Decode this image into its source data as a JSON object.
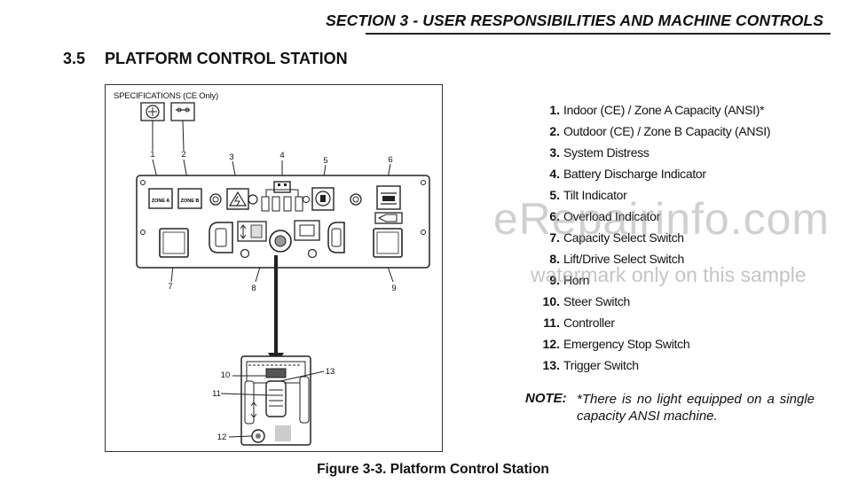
{
  "header": {
    "title": "SECTION 3 - USER RESPONSIBILITIES AND MACHINE CONTROLS"
  },
  "section": {
    "number": "3.5",
    "title": "PLATFORM CONTROL STATION"
  },
  "figure": {
    "spec_label": "SPECIFICATIONS (CE Only)",
    "panel_labels": {
      "zone_a": "ZONE A",
      "zone_b": "ZONE B"
    },
    "callout_numbers": [
      "1",
      "2",
      "3",
      "4",
      "5",
      "6",
      "7",
      "8",
      "9",
      "10",
      "11",
      "12",
      "13"
    ],
    "caption": "Figure 3-3. Platform Control Station"
  },
  "legend": [
    {
      "num": "1.",
      "text": "Indoor (CE) / Zone A Capacity (ANSI)*"
    },
    {
      "num": "2.",
      "text": "Outdoor (CE) / Zone B Capacity (ANSI)"
    },
    {
      "num": "3.",
      "text": "System Distress"
    },
    {
      "num": "4.",
      "text": "Battery Discharge Indicator"
    },
    {
      "num": "5.",
      "text": "Tilt Indicator"
    },
    {
      "num": "6.",
      "text": "Overload Indicator"
    },
    {
      "num": "7.",
      "text": "Capacity Select Switch"
    },
    {
      "num": "8.",
      "text": "Lift/Drive Select Switch"
    },
    {
      "num": "9.",
      "text": "Horn"
    },
    {
      "num": "10.",
      "text": "Steer Switch"
    },
    {
      "num": "11.",
      "text": "Controller"
    },
    {
      "num": "12.",
      "text": "Emergency Stop Switch"
    },
    {
      "num": "13.",
      "text": "Trigger Switch"
    }
  ],
  "note": {
    "label": "NOTE:",
    "text": "*There is no light equipped on a single capacity ANSI machine."
  },
  "watermark": {
    "main": "eRepairinfo.com",
    "sub": "watermark only on this sample"
  }
}
